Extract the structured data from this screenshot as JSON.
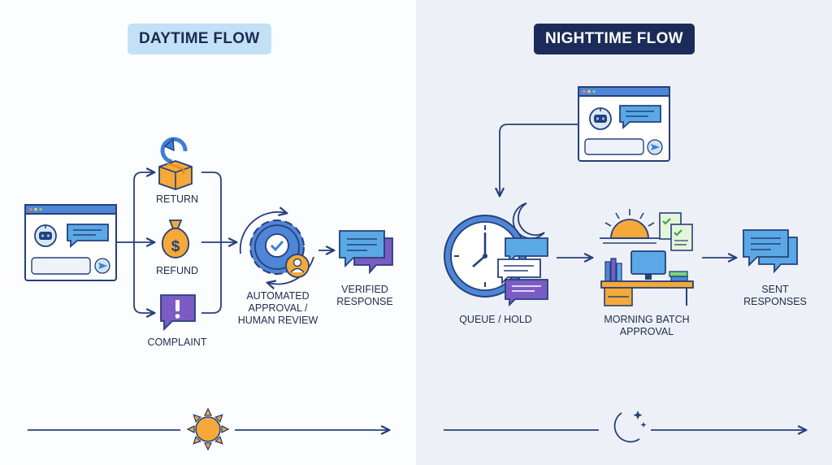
{
  "daytime": {
    "title": "DAYTIME FLOW",
    "categories": [
      {
        "label": "RETURN",
        "icon": "box-return-icon"
      },
      {
        "label": "REFUND",
        "icon": "money-bag-icon"
      },
      {
        "label": "COMPLAINT",
        "icon": "alert-chat-icon"
      }
    ],
    "review_label": [
      "AUTOMATED",
      "APPROVAL /",
      "HUMAN REVIEW"
    ],
    "result_label": [
      "VERIFIED",
      "RESPONSE"
    ],
    "timeline_icon": "sun-icon"
  },
  "nighttime": {
    "title": "NIGHTTIME FLOW",
    "queue_label": [
      "QUEUE / HOLD"
    ],
    "batch_label": [
      "MORNING BATCH",
      "APPROVAL"
    ],
    "result_label": [
      "SENT",
      "RESPONSES"
    ],
    "timeline_icon": "moon-stars-icon"
  },
  "colors": {
    "navy": "#1b2b5a",
    "outline": "#26407a",
    "chat_blue": "#5aa9e6",
    "purple": "#7b5cc4",
    "orange": "#f4a938",
    "light_blue_badge": "#c3e1f6"
  }
}
